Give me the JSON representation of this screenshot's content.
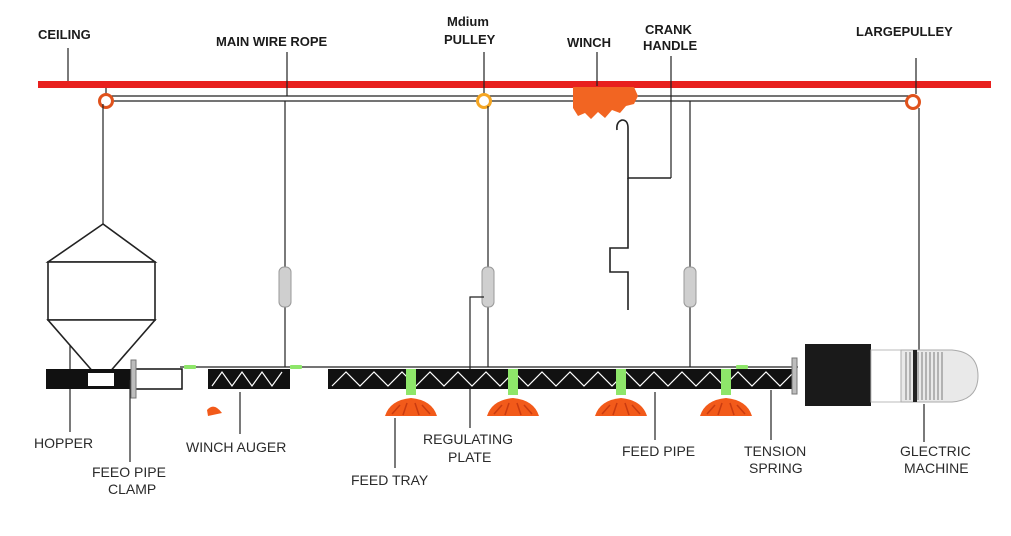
{
  "labels": {
    "ceiling": "CEILING",
    "main_wire_rope": "MAIN WIRE ROPE",
    "medium_pulley_1": "Mdium",
    "medium_pulley_2": "PULLEY",
    "winch": "WINCH",
    "crank_1": "CRANK",
    "crank_2": "HANDLE",
    "large_pulley": "LARGEPULLEY",
    "hopper": "HOPPER",
    "clamp_1": "FEEO PIPE",
    "clamp_2": "CLAMP",
    "winch_auger": "WINCH AUGER",
    "regulating_1": "REGULATING",
    "regulating_2": "PLATE",
    "feed_tray": "FEED TRAY",
    "feed_pipe": "FEED PIPE",
    "tension_1": "TENSION",
    "tension_2": "SPRING",
    "electric_1": "GLECTRIC",
    "electric_2": "MACHINE"
  },
  "colors": {
    "ceiling": "#e8201e",
    "winch": "#f26522",
    "pulley": "#e0521c",
    "pulley_mid": "#f5a623",
    "tray": "#f25a1a",
    "tray_stem": "#8ee66a",
    "pipe": "#111111",
    "motor_body": "#1a1a1a",
    "motor_cap": "#e9e9e9"
  }
}
